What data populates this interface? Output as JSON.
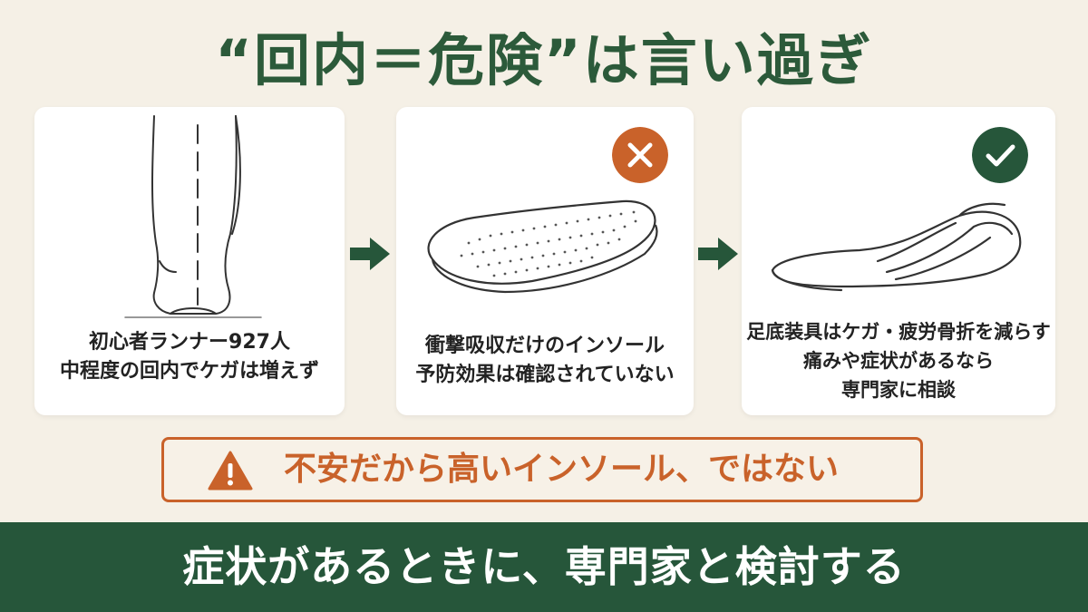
{
  "title": "“回内＝危険”は言い過ぎ",
  "colors": {
    "green": "#26563a",
    "title_green": "#2c5a3a",
    "orange": "#c9622a",
    "background": "#f5f0e6"
  },
  "cards": [
    {
      "illustration": "foot-heel-illustration",
      "lines": [
        "初心者ランナー927人",
        "中程度の回内でケガは増えず"
      ]
    },
    {
      "illustration": "cushion-insole-illustration",
      "badge": "x-icon",
      "lines": [
        "衝撃吸収だけのインソール",
        "予防効果は確認されていない"
      ]
    },
    {
      "illustration": "orthotic-insole-illustration",
      "badge": "check-icon",
      "lines": [
        "足底装具はケガ・疲労骨折を減らす",
        "痛みや症状があるなら",
        "専門家に相談"
      ]
    }
  ],
  "arrows": [
    "arrow-right-icon",
    "arrow-right-icon"
  ],
  "warning": {
    "icon": "warning-triangle-icon",
    "text": "不安だから高いインソール、ではない"
  },
  "footer": {
    "text": "症状があるときに、専門家と検討する"
  }
}
